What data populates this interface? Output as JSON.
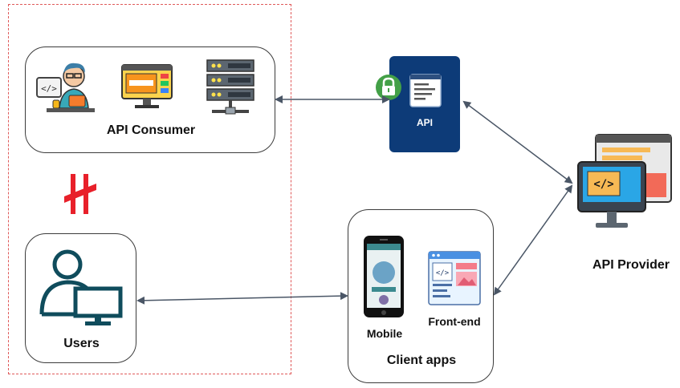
{
  "consumer": {
    "label": "API Consumer"
  },
  "users": {
    "label": "Users"
  },
  "api": {
    "label": "API"
  },
  "client_apps": {
    "label": "Client apps",
    "mobile_label": "Mobile",
    "frontend_label": "Front-end"
  },
  "provider": {
    "label": "API Provider"
  },
  "colors": {
    "frame": "#e05a5a",
    "api_card": "#0d3b78",
    "lock": "#43a047",
    "arrow": "#4a5666",
    "blocked": "#e8202a",
    "monitor": "#0f4c5c"
  },
  "icons": [
    "developer-icon",
    "browser-window-icon",
    "server-rack-icon",
    "lock-icon",
    "user-at-monitor-icon",
    "smartphone-icon",
    "frontend-code-icon",
    "code-monitor-icon",
    "no-connection-icon"
  ]
}
